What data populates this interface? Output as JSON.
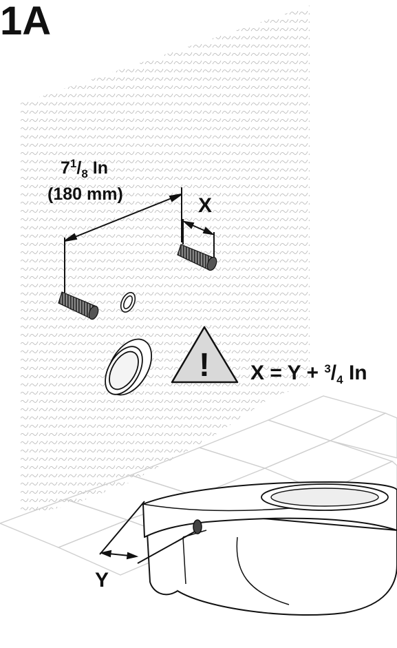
{
  "step": "1A",
  "dimension": {
    "whole": "7",
    "num": "1",
    "slash": "/",
    "den": "8",
    "unit": " In",
    "metric": "(180 mm)"
  },
  "x_marker": "X",
  "y_marker": "Y",
  "formula": {
    "lhs": "X = Y + ",
    "num": "3",
    "slash": "/",
    "den": "4",
    "unit": " In"
  },
  "warning_symbol": "!",
  "icons": [
    "warning-triangle-icon"
  ],
  "colors": {
    "line": "#111111",
    "wall_texture": "#bbbbbb",
    "tile": "#cfcfcf",
    "triangle_fill": "#d9d9d9"
  }
}
